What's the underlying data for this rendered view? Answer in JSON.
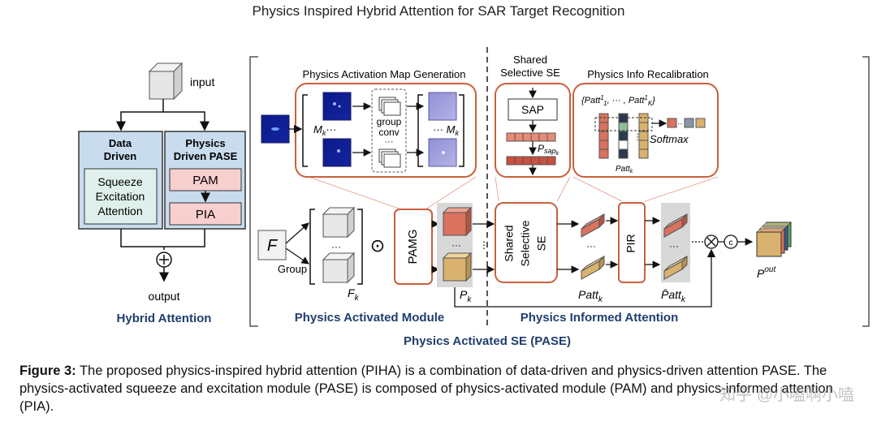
{
  "title": "Physics Inspired Hybrid Attention for SAR Target Recognition",
  "hybrid": {
    "input": "input",
    "output": "output",
    "data_driven_line1": "Data",
    "data_driven_line2": "Driven",
    "se_line1": "Squeeze",
    "se_line2": "Excitation",
    "se_line3": "Attention",
    "physics_line1": "Physics",
    "physics_line2": "Driven PASE",
    "pam": "PAM",
    "pia": "PIA",
    "caption": "Hybrid Attention"
  },
  "pamg_box": {
    "title": "Physics Activation Map Generation",
    "mk_left": "M",
    "mk_sub": "k",
    "dots": "···",
    "group_conv_line1": "group",
    "group_conv_line2": "conv",
    "mk_right": "··· M"
  },
  "module": {
    "f_label": "F",
    "group_label": "Group",
    "fk_label": "F",
    "fk_sub": "k",
    "odot": "⊙",
    "pamg": "PAMG",
    "pk_label": "P",
    "pk_sub": "k",
    "caption": "Physics Activated Module"
  },
  "shared_se_box": {
    "title_line1": "Shared",
    "title_line2": "Selective SE",
    "sap": "SAP",
    "psap": "P",
    "psap_sub": "sap",
    "psap_subsub": "k"
  },
  "recal_box": {
    "title": "Physics Info Recalibration",
    "set_label": "{Patt",
    "set_middle": ", ··· , Patt",
    "set_end": "}",
    "softmax": "Softmax",
    "patt_k": "Patt"
  },
  "attention": {
    "shared_se_line1": "Shared",
    "shared_se_line2": "Selective",
    "shared_se_line3": "SE",
    "pir": "PIR",
    "patt_label": "Patt",
    "patt_bar_label": "P̄att",
    "sub_k": "k",
    "otimes": "⊗",
    "concat": "c",
    "pout": "P",
    "pout_sup": "out",
    "caption": "Physics Informed Attention"
  },
  "pase_caption": "Physics Activated SE (PASE)",
  "figure_caption": {
    "label": "Figure 3:",
    "text": " The proposed physics-inspired hybrid attention (PIHA) is a combination of data-driven and physics-driven attention PASE. The physics-activated squeeze and excitation module (PASE) is composed of physics-activated module (PAM) and physics-informed attention (PIA)."
  },
  "watermark": "知乎 @小嗑啊小嗑",
  "colors": {
    "box_blue": "#c8dcee",
    "box_green": "#dff0ec",
    "box_pink": "#f7cfcf",
    "accent_orange": "#c8603c",
    "caption_blue": "#1f3e6e",
    "cube_red": "#d9725e",
    "cube_tan": "#d8b26e"
  }
}
